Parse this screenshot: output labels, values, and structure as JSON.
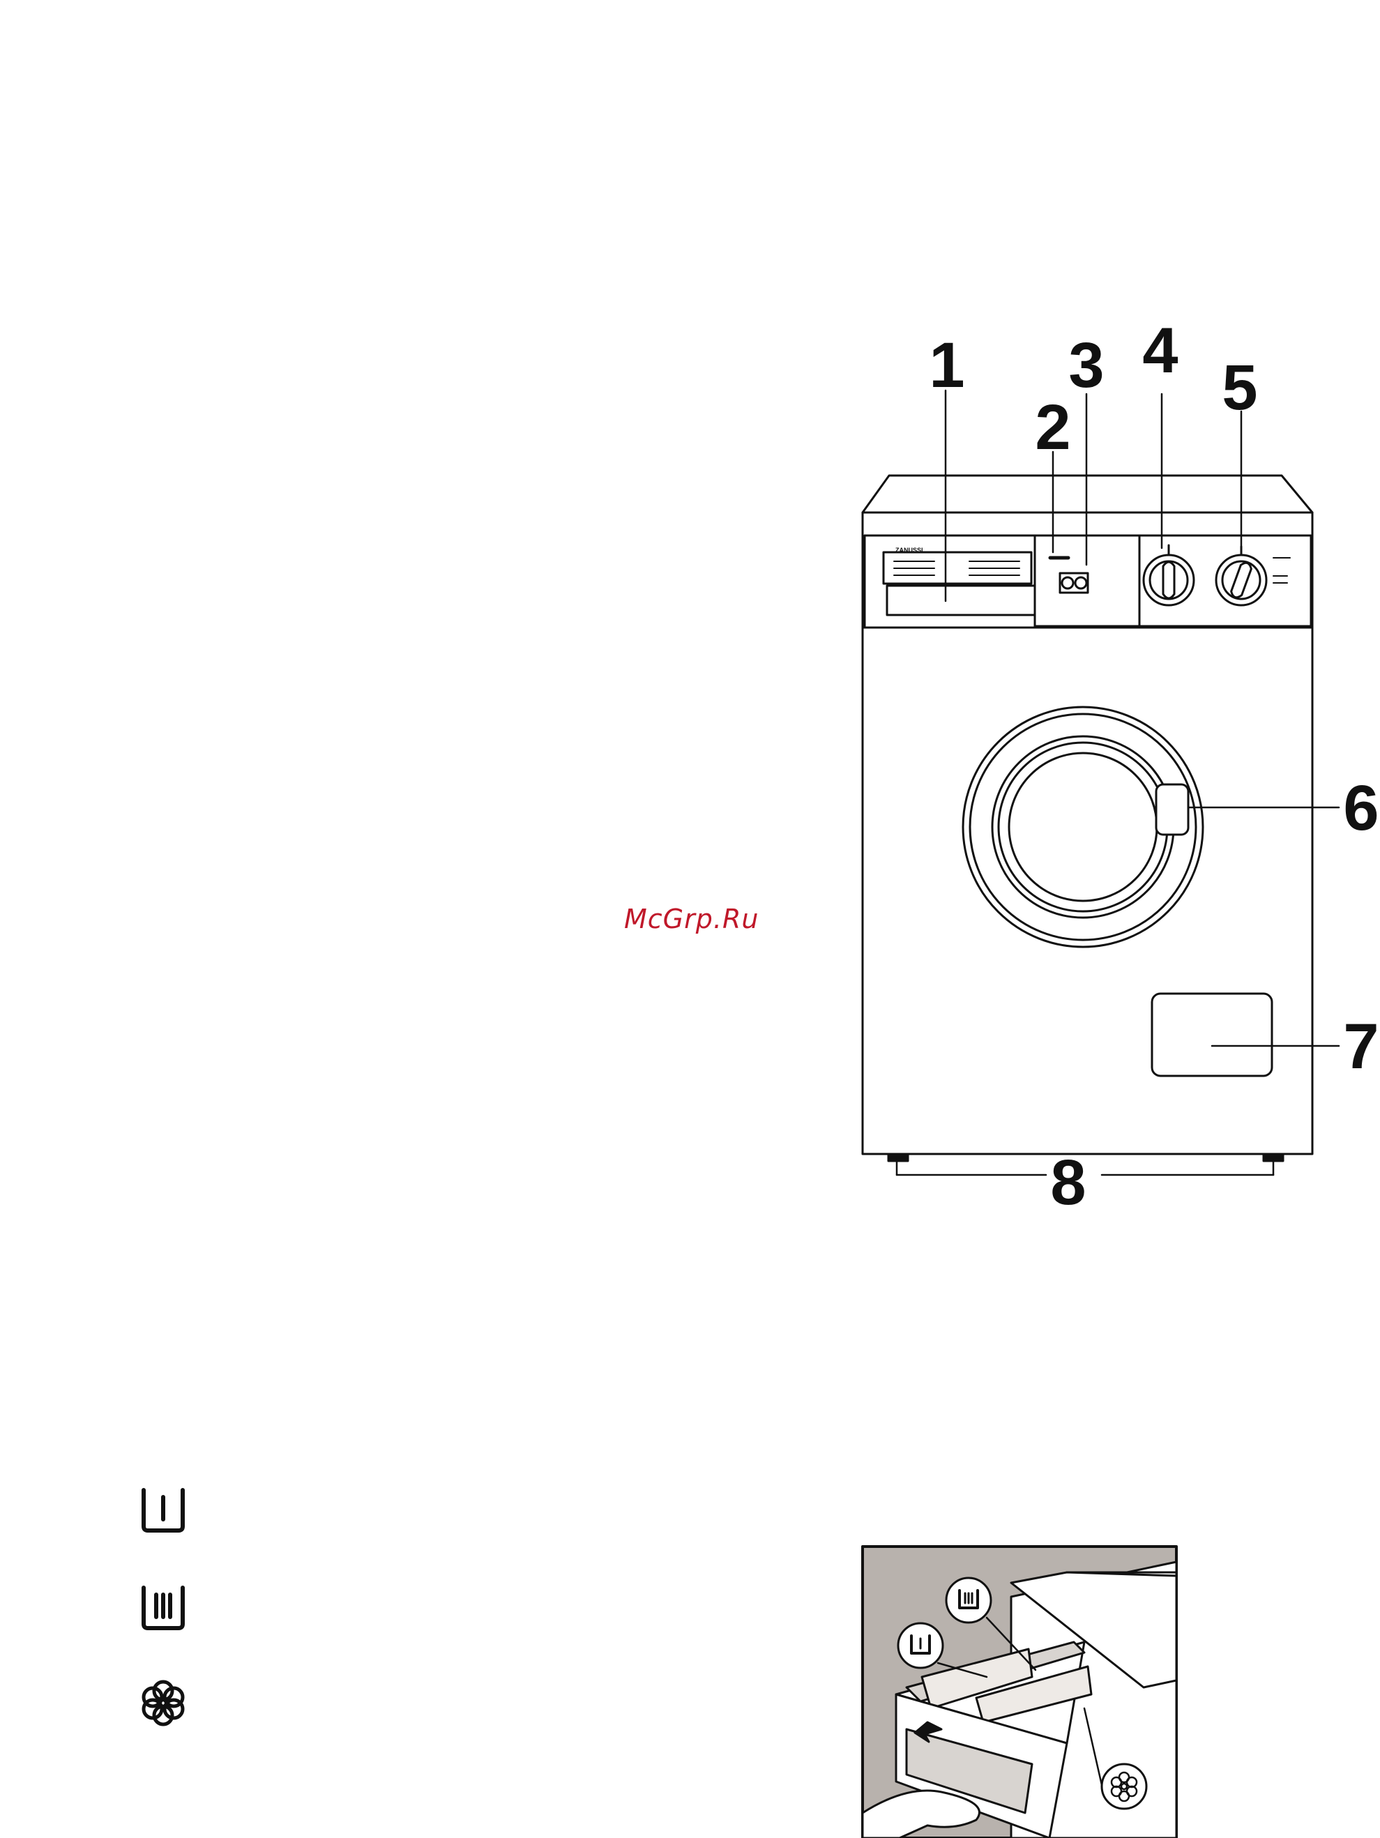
{
  "watermark": "McGrp.Ru",
  "brand": "ZANUSSI",
  "callouts": {
    "c1": "1",
    "c2": "2",
    "c3": "3",
    "c4": "4",
    "c5": "5",
    "c6": "6",
    "c7": "7",
    "c8": "8"
  },
  "legend": [
    {
      "icon": "prewash-compartment-icon"
    },
    {
      "icon": "main-wash-compartment-icon"
    },
    {
      "icon": "softener-flower-icon"
    }
  ],
  "colors": {
    "line": "#111111",
    "watermark": "#c0182a",
    "drawer_background": "#b8b2ad"
  }
}
